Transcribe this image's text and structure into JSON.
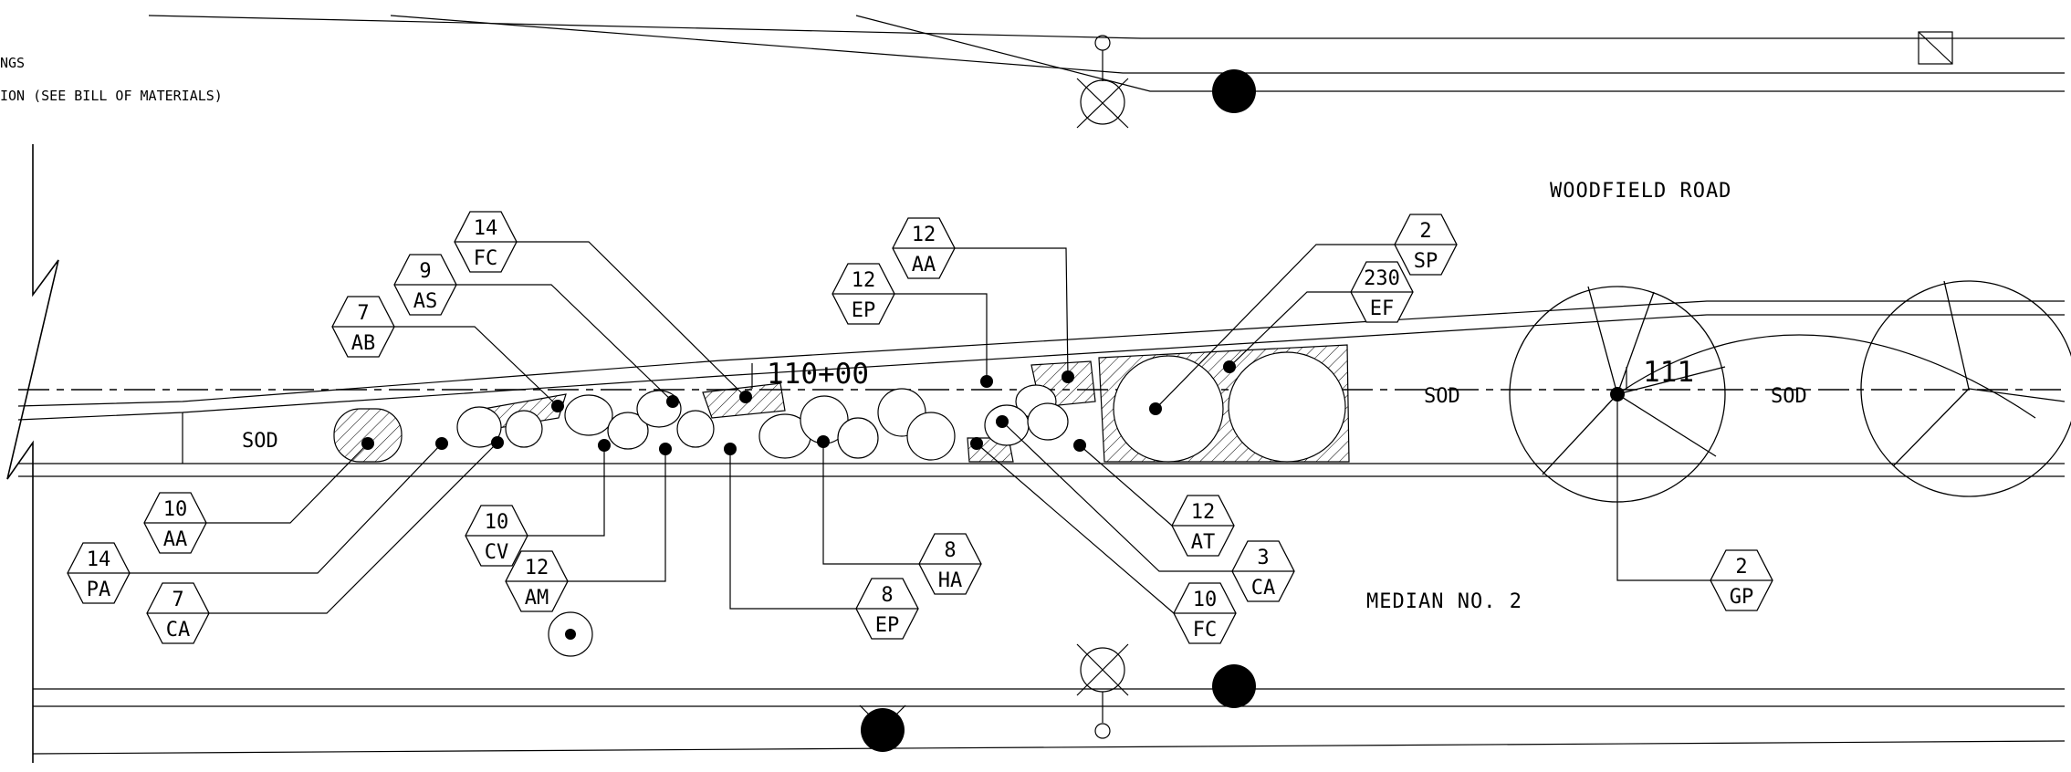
{
  "notes": [
    "NGS",
    "ION (SEE BILL OF MATERIALS)"
  ],
  "road_label": "WOODFIELD ROAD",
  "median_label": "MEDIAN NO. 2",
  "station_labels": [
    "110+00",
    "111"
  ],
  "sod_labels": [
    "SOD",
    "SOD",
    "SOD"
  ],
  "plant_tags": [
    {
      "qty": "14",
      "code": "FC"
    },
    {
      "qty": "9",
      "code": "AS"
    },
    {
      "qty": "7",
      "code": "AB"
    },
    {
      "qty": "12",
      "code": "AA"
    },
    {
      "qty": "12",
      "code": "EP"
    },
    {
      "qty": "2",
      "code": "SP"
    },
    {
      "qty": "230",
      "code": "EF"
    },
    {
      "qty": "10",
      "code": "AA"
    },
    {
      "qty": "14",
      "code": "PA"
    },
    {
      "qty": "7",
      "code": "CA"
    },
    {
      "qty": "10",
      "code": "CV"
    },
    {
      "qty": "12",
      "code": "AM"
    },
    {
      "qty": "8",
      "code": "HA"
    },
    {
      "qty": "8",
      "code": "EP"
    },
    {
      "qty": "12",
      "code": "AT"
    },
    {
      "qty": "3",
      "code": "CA"
    },
    {
      "qty": "10",
      "code": "FC"
    },
    {
      "qty": "2",
      "code": "GP"
    }
  ]
}
